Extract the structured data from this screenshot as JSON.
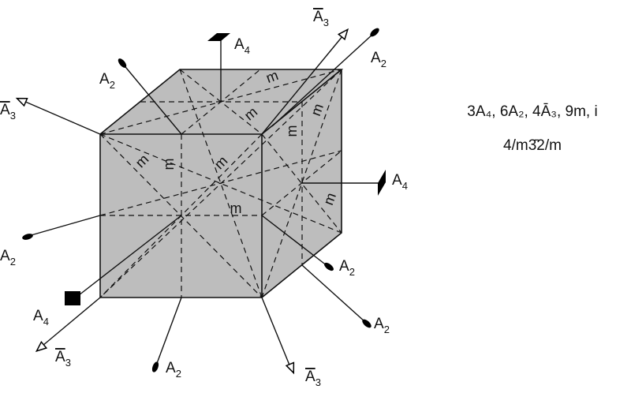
{
  "diagram": {
    "axis_symbol": "A",
    "fold_2": "2",
    "fold_3": "3",
    "fold_4": "4",
    "mirror_symbol": "m",
    "face_color": "#bdbdbd",
    "formula": {
      "line1": "3A₄, 6A₂, 4Ā₃, 9m, i",
      "line2": "4/m3̄2/m"
    }
  }
}
